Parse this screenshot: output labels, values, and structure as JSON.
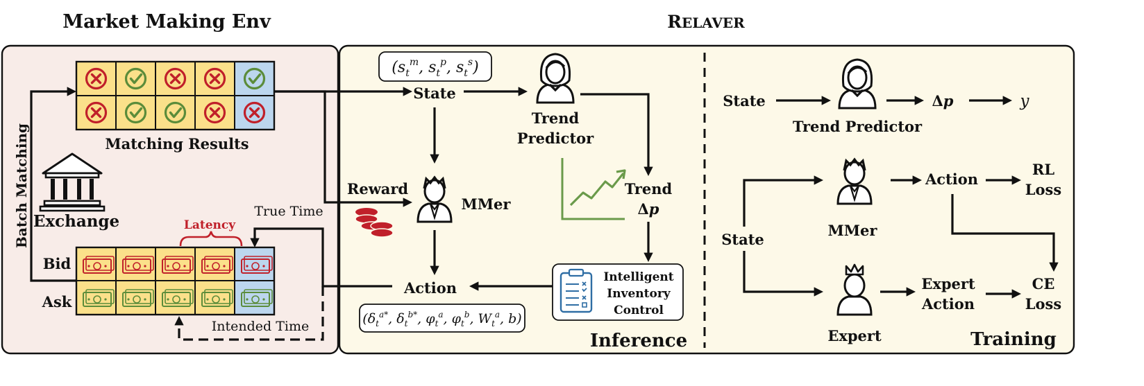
{
  "titles": {
    "env": "Market Making Env",
    "relaver": "RELAVER"
  },
  "env": {
    "matching_results_label": "Matching Results",
    "batch_matching_label": "Batch Matching",
    "exchange_label": "Exchange",
    "latency_label": "Latency",
    "true_time_label": "True Time",
    "intended_time_label": "Intended Time",
    "bid_label": "Bid",
    "ask_label": "Ask",
    "matching_rows": [
      [
        "fail",
        "ok",
        "fail",
        "fail",
        "ok"
      ],
      [
        "fail",
        "ok",
        "ok",
        "fail",
        "fail"
      ]
    ]
  },
  "inference": {
    "state_vector": "(s_t^m, s_t^p, s_t^s)",
    "state_label": "State",
    "trend_predictor_line1": "Trend",
    "trend_predictor_line2": "Predictor",
    "reward_label": "Reward",
    "mmer_label": "MMer",
    "trend_label": "Trend",
    "delta_p_label": "Δp",
    "action_label": "Action",
    "action_vector": "(δ_t^{a*}, δ_t^{b*}, φ_t^a, φ_t^b, W_t^a, b)",
    "iic_line1": "Intelligent",
    "iic_line2": "Inventory",
    "iic_line3": "Control",
    "section_label": "Inference"
  },
  "training": {
    "state_top": "State",
    "trend_predictor_label": "Trend Predictor",
    "delta_p_label": "Δp",
    "y_label": "y",
    "state_mid": "State",
    "mmer_label": "MMer",
    "action_label": "Action",
    "rl_loss_line1": "RL",
    "rl_loss_line2": "Loss",
    "expert_label": "Expert",
    "expert_action_line1": "Expert",
    "expert_action_line2": "Action",
    "ce_loss_line1": "CE",
    "ce_loss_line2": "Loss",
    "section_label": "Training"
  },
  "colors": {
    "env_bg": "#f8ece8",
    "relaver_bg": "#fdf9e8",
    "cell_yellow": "#fbe08a",
    "cell_blue": "#bcd6ee",
    "ok_green": "#5b8c3a",
    "fail_red": "#c0202a",
    "latency_red": "#c0202a",
    "chart_green": "#6a9a4a",
    "clipboard_blue": "#2e6da4"
  }
}
